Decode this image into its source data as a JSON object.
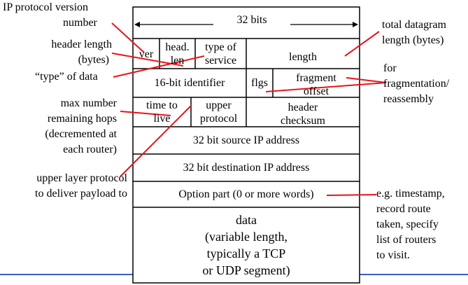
{
  "header": {
    "bits_label": "32 bits"
  },
  "fields": {
    "ver": "ver",
    "head_len": [
      "head.",
      "len"
    ],
    "type_of_service": [
      "type of",
      "service"
    ],
    "length": "length",
    "identifier": "16-bit identifier",
    "flags": "flgs",
    "fragment_offset": [
      "fragment",
      "offset"
    ],
    "time_to_live": [
      "time to",
      "live"
    ],
    "upper_protocol": [
      "upper",
      "protocol"
    ],
    "header_checksum": [
      "header",
      "checksum"
    ],
    "source_ip": "32 bit source IP address",
    "destination_ip": "32 bit destination IP address",
    "option": "Option part (0 or more words)",
    "data": [
      "data",
      "(variable length,",
      "typically a TCP",
      "or UDP segment)"
    ]
  },
  "annotations": {
    "protocol_version": [
      "IP protocol version",
      "number"
    ],
    "header_length": [
      "header length",
      "(bytes)"
    ],
    "type_of_data": "“type” of data",
    "max_hops": [
      "max number",
      "remaining hops",
      "(decremented at",
      "each router)"
    ],
    "upper_layer": [
      "upper layer protocol",
      "to deliver payload to"
    ],
    "total_length": [
      "total datagram",
      "length (bytes)"
    ],
    "fragmentation": [
      "for",
      "fragmentation/",
      "reassembly"
    ],
    "options_example": [
      "e.g. timestamp,",
      "record route",
      "taken, specify",
      "list of routers",
      "to visit."
    ]
  },
  "colors": {
    "arrow": "#e8141c",
    "border": "#000000",
    "bottom_rule": "#3b5fc4"
  }
}
